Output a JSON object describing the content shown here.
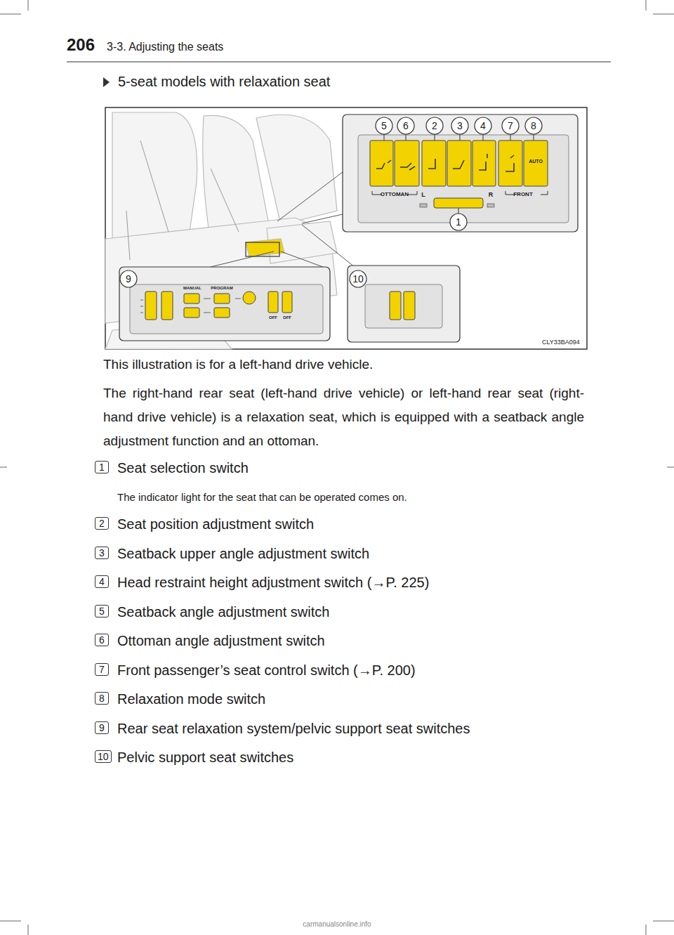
{
  "diagram": {
    "title": "5-seat models with relaxation seat",
    "labels": [
      "206",
      "3-3. Adjusting the seats",
      "5",
      "6",
      "2",
      "3",
      "4",
      "7",
      "8",
      "1",
      "9",
      "10",
      "OTTOMAN",
      "L",
      "R",
      "FRONT",
      "AUTO",
      "MANUAL",
      "PROGRAM",
      "OFF",
      "OFF",
      "CLY33BA094",
      "This illustration is for a left-hand drive vehicle.",
      "The right-hand rear seat (left-hand drive vehicle) or left-hand rear seat (right-hand drive vehicle) is a relaxation seat, which is equipped with a seatback angle adjustment function and an ottoman.",
      "1",
      "Seat selection switch",
      "The indicator light for the seat that can be operated comes on.",
      "2",
      "Seat position adjustment switch",
      "3",
      "Seatback upper angle adjustment switch",
      "4",
      "Head restraint height adjustment switch (→P. 225)",
      "5",
      "Seatback angle adjustment switch",
      "6",
      "Ottoman angle adjustment switch",
      "7",
      "Front passenger’s seat control switch (→P. 200)",
      "8",
      "Relaxation mode switch",
      "9",
      "Rear seat relaxation system/pelvic support seat switches",
      "10",
      "Pelvic support seat switches",
      "carmanualsonline.info"
    ]
  }
}
